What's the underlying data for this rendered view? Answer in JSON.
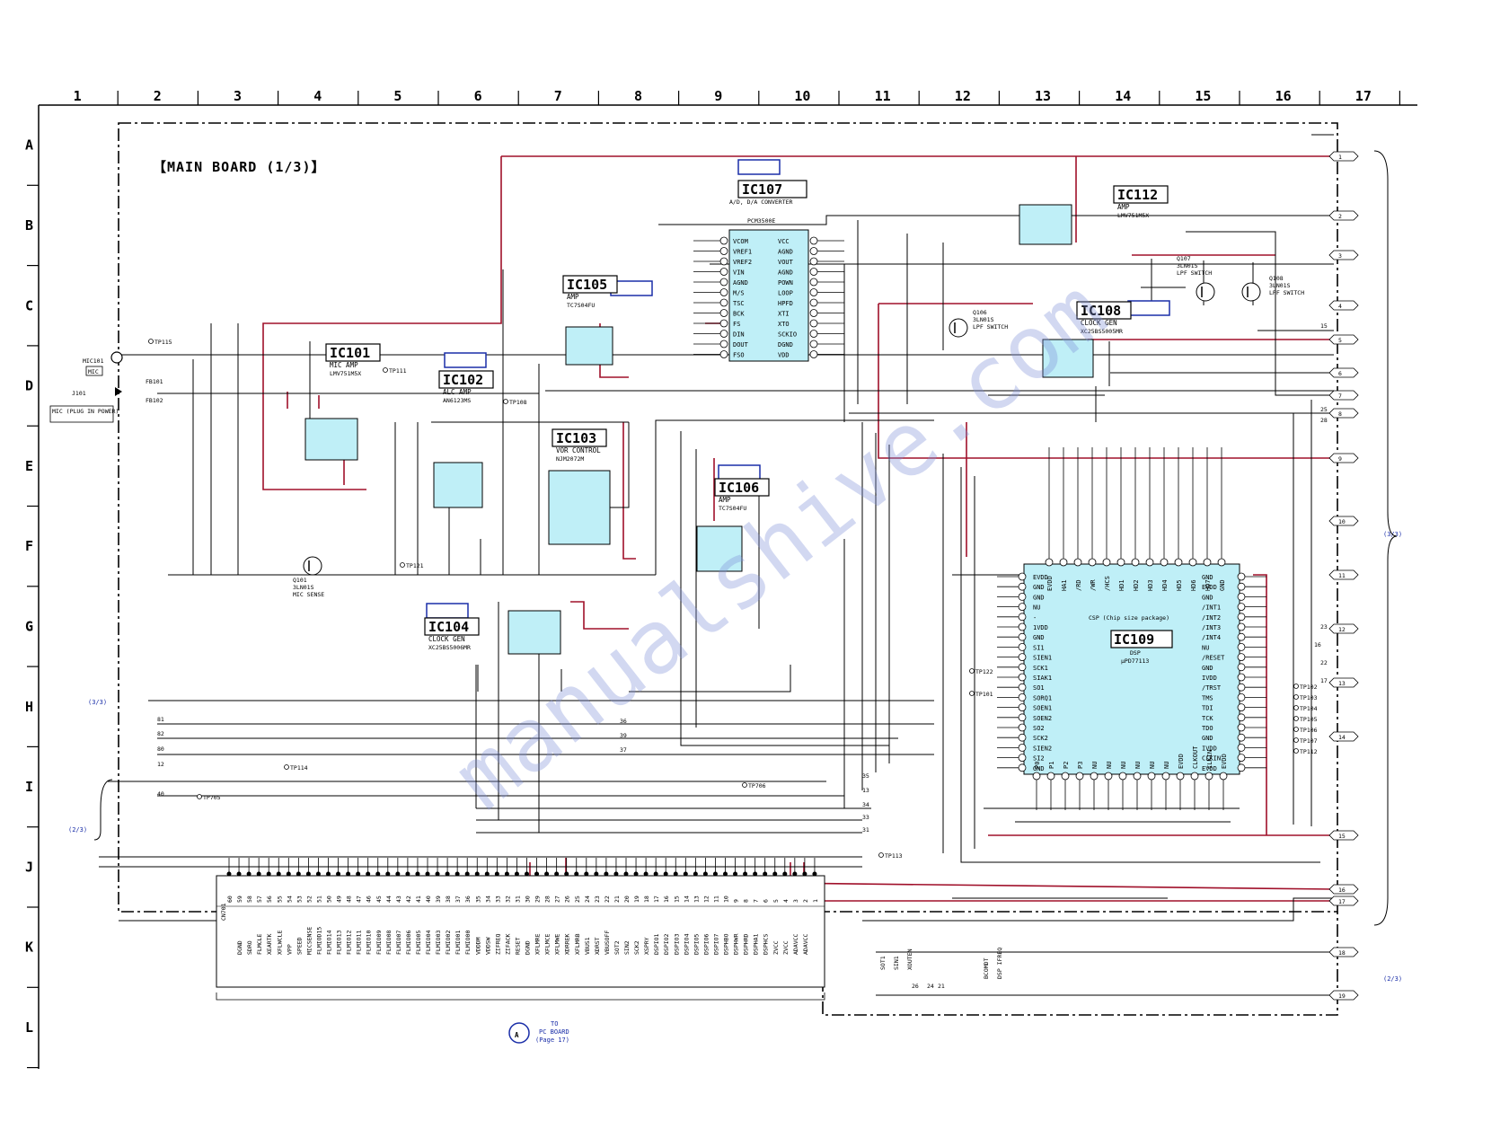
{
  "diagram": {
    "title": "【MAIN BOARD (1/3)】",
    "columns": [
      "1",
      "2",
      "3",
      "4",
      "5",
      "6",
      "7",
      "8",
      "9",
      "10",
      "11",
      "12",
      "13",
      "14",
      "15",
      "16",
      "17"
    ],
    "rows": [
      "A",
      "B",
      "C",
      "D",
      "E",
      "F",
      "G",
      "H",
      "I",
      "J",
      "K",
      "L"
    ],
    "ics": [
      {
        "ref": "IC101",
        "label": "MIC AMP",
        "part": "LMV751M5X"
      },
      {
        "ref": "IC102",
        "label": "ALC AMP",
        "part": "AN6123MS"
      },
      {
        "ref": "IC103",
        "label": "VOR CONTROL",
        "part": "NJM2072M"
      },
      {
        "ref": "IC104",
        "label": "CLOCK GEN",
        "part": "XC25BS5006MR"
      },
      {
        "ref": "IC105",
        "label": "AMP",
        "part": "TC7S04FU"
      },
      {
        "ref": "IC106",
        "label": "AMP",
        "part": "TC7S04FU"
      },
      {
        "ref": "IC107",
        "label": "A/D, D/A CONVERTER",
        "part": "PCM3500E"
      },
      {
        "ref": "IC108",
        "label": "CLOCK GEN",
        "part": "XC25BS5005MR"
      },
      {
        "ref": "IC109",
        "label": "DSP",
        "part": "μPD77113"
      },
      {
        "ref": "IC112",
        "label": "AMP",
        "part": "LMV751M5X"
      }
    ],
    "ic109_center": "CSP (Chip size package)",
    "ic107_pins_left": [
      "VCOM",
      "VREF1",
      "VREF2",
      "VIN",
      "AGND",
      "M/S",
      "TSC",
      "BCK",
      "FS",
      "DIN",
      "DOUT",
      "FSO"
    ],
    "ic107_pins_right": [
      "VCC",
      "AGND",
      "VOUT",
      "AGND",
      "POWN",
      "LOOP",
      "HPFD",
      "XTI",
      "XTO",
      "SCKIO",
      "DGND",
      "VDD"
    ],
    "ic109_pins_left": [
      "EVDD",
      "GND",
      "GND",
      "NU",
      "-",
      "1VDD",
      "GND",
      "SI1",
      "SIEN1",
      "SCK1",
      "SIAK1",
      "SO1",
      "SORQ1",
      "SOEN1",
      "SOEN2",
      "SO2",
      "SCK2",
      "SIEN2",
      "SI2",
      "GND"
    ],
    "ic109_pins_right": [
      "GND",
      "EVDD",
      "GND",
      "/INT1",
      "/INT2",
      "/INT3",
      "/INT4",
      "NU",
      "/RESET",
      "GND",
      "IVDD",
      "/TRST",
      "TMS",
      "TDI",
      "TCK",
      "TDO",
      "GND",
      "IVDD",
      "CLKIN",
      "EVDD"
    ],
    "ic109_pins_top": [
      "EVDD",
      "HA1",
      "/RD",
      "/WR",
      "/HCS",
      "HD1",
      "HD2",
      "HD3",
      "HD4",
      "HD5",
      "HD6",
      "HD7",
      "GND"
    ],
    "ic109_pins_bottom": [
      "P0",
      "P1",
      "P2",
      "P3",
      "NU",
      "NU",
      "NU",
      "NU",
      "NU",
      "NU",
      "EVDD",
      "CLKOUT",
      "CLKIN",
      "EVDD"
    ],
    "transistors": [
      {
        "ref": "Q101",
        "part": "3LN01S",
        "label": "MIC SENSE"
      },
      {
        "ref": "Q106",
        "part": "3LN01S",
        "label": "LPF SWITCH"
      },
      {
        "ref": "Q107",
        "part": "3LN01S",
        "label": "LPF SWITCH"
      },
      {
        "ref": "Q108",
        "part": "3LN01S",
        "label": "LPF SWITCH"
      }
    ],
    "jacks": {
      "mic101": "MIC101",
      "mic101_tag": "MIC",
      "j101": "J101",
      "j101_label": "MIC (PLUG IN POWER)",
      "fb101": "FB101",
      "fb102": "FB102"
    },
    "connector": {
      "ref": "CN701",
      "signals": [
        "DGND",
        "SDRO",
        "FLMCLE",
        "XEARTK",
        "XFLWCLE",
        "VPP",
        "SPEED",
        "MICSENSE",
        "FLMIOD15",
        "FLMIO14",
        "FLMIO13",
        "FLMIO12",
        "FLMIO11",
        "FLMIO10",
        "FLMIO09",
        "FLMIO08",
        "FLMIO07",
        "FLMIO06",
        "FLMIO05",
        "FLMIO04",
        "FLMIO03",
        "FLMIO02",
        "FLMIO01",
        "FLMIO00",
        "VDDDM",
        "VDDSW",
        "ZIFREQ",
        "ZIFACK",
        "RESET",
        "DGND",
        "XFLMRE",
        "XFLMCE",
        "XFLMWE",
        "XDRREK",
        "XFLMRB",
        "VBUS1",
        "XDRST",
        "VBUSOFF",
        "SOT2",
        "SIN2",
        "SCK2",
        "XSPRY",
        "DSPIO1",
        "DSPIO2",
        "DSPIO3",
        "DSPIO4",
        "DSPIO5",
        "DSPIO6",
        "DSPIO7",
        "DSPHBO",
        "DSPHWR",
        "DSPHRD",
        "DSPHA1",
        "DSPHCS",
        "ZVCC",
        "ZVCC",
        "ADAVCC",
        "ADAVCC"
      ],
      "pins": [
        "60",
        "59",
        "58",
        "57",
        "56",
        "55",
        "54",
        "53",
        "52",
        "51",
        "50",
        "49",
        "48",
        "47",
        "46",
        "45",
        "44",
        "43",
        "42",
        "41",
        "40",
        "39",
        "38",
        "37",
        "36",
        "35",
        "34",
        "33",
        "32",
        "31",
        "30",
        "29",
        "28",
        "27",
        "26",
        "25",
        "24",
        "23",
        "22",
        "21",
        "20",
        "19",
        "18",
        "17",
        "16",
        "15",
        "14",
        "13",
        "12",
        "11",
        "10",
        "9",
        "8",
        "7",
        "6",
        "5",
        "4",
        "3",
        "2",
        "1"
      ]
    },
    "board_ref": {
      "letter": "A",
      "text1": "TO",
      "text2": "PC BOARD",
      "text3": "(Page 17)"
    },
    "sheet_refs": {
      "left_top": "(3/3)",
      "left_mid": "(2/3)",
      "right_top": "(3/3)",
      "right_bottom": "(2/3)"
    },
    "flags_right": [
      "1",
      "2",
      "3",
      "4",
      "5",
      "6",
      "7",
      "8",
      "9",
      "10",
      "11",
      "12",
      "13",
      "14",
      "15",
      "16",
      "17",
      "18",
      "19"
    ],
    "bus_labels": [
      "81",
      "82",
      "80",
      "12",
      "40",
      "36",
      "39",
      "37",
      "35",
      "13",
      "34",
      "33",
      "31",
      "26",
      "24",
      "21",
      "25",
      "28",
      "15",
      "16",
      "17",
      "23",
      "22"
    ],
    "test_points": [
      "TP115",
      "TP111",
      "TP108",
      "TP121",
      "TP114",
      "TP705",
      "TP706",
      "TP122",
      "TP101",
      "TP102",
      "TP103",
      "TP104",
      "TP105",
      "TP106",
      "TP107",
      "TP112",
      "TP113"
    ],
    "bottom_signals": [
      "SOT1",
      "SIN1",
      "XOUTEN",
      "BCOMDT",
      "DSP IFREQ"
    ]
  }
}
